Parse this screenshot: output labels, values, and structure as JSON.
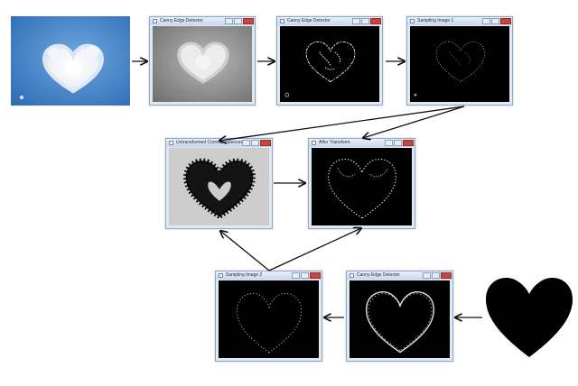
{
  "windows": {
    "canny_1": {
      "title": "Canny Edge Detector"
    },
    "canny_2": {
      "title": "Canny Edge Detector"
    },
    "sampling_1": {
      "title": "Sampling Image 1"
    },
    "untransformed": {
      "title": "Untransformed Correspondences"
    },
    "after_transform": {
      "title": "After Transform"
    },
    "sampling_2": {
      "title": "Sampling Image 2"
    },
    "canny_3": {
      "title": "Canny Edge Detector"
    }
  },
  "colors": {
    "sky": "#3f7fc4",
    "window_frame": "#8fa9c9",
    "close_button": "#c9463d",
    "edges": "#e6e6e6",
    "arrow": "#111111"
  },
  "icons": [
    "minimize-icon",
    "maximize-icon",
    "close-icon",
    "arrow-icon"
  ]
}
